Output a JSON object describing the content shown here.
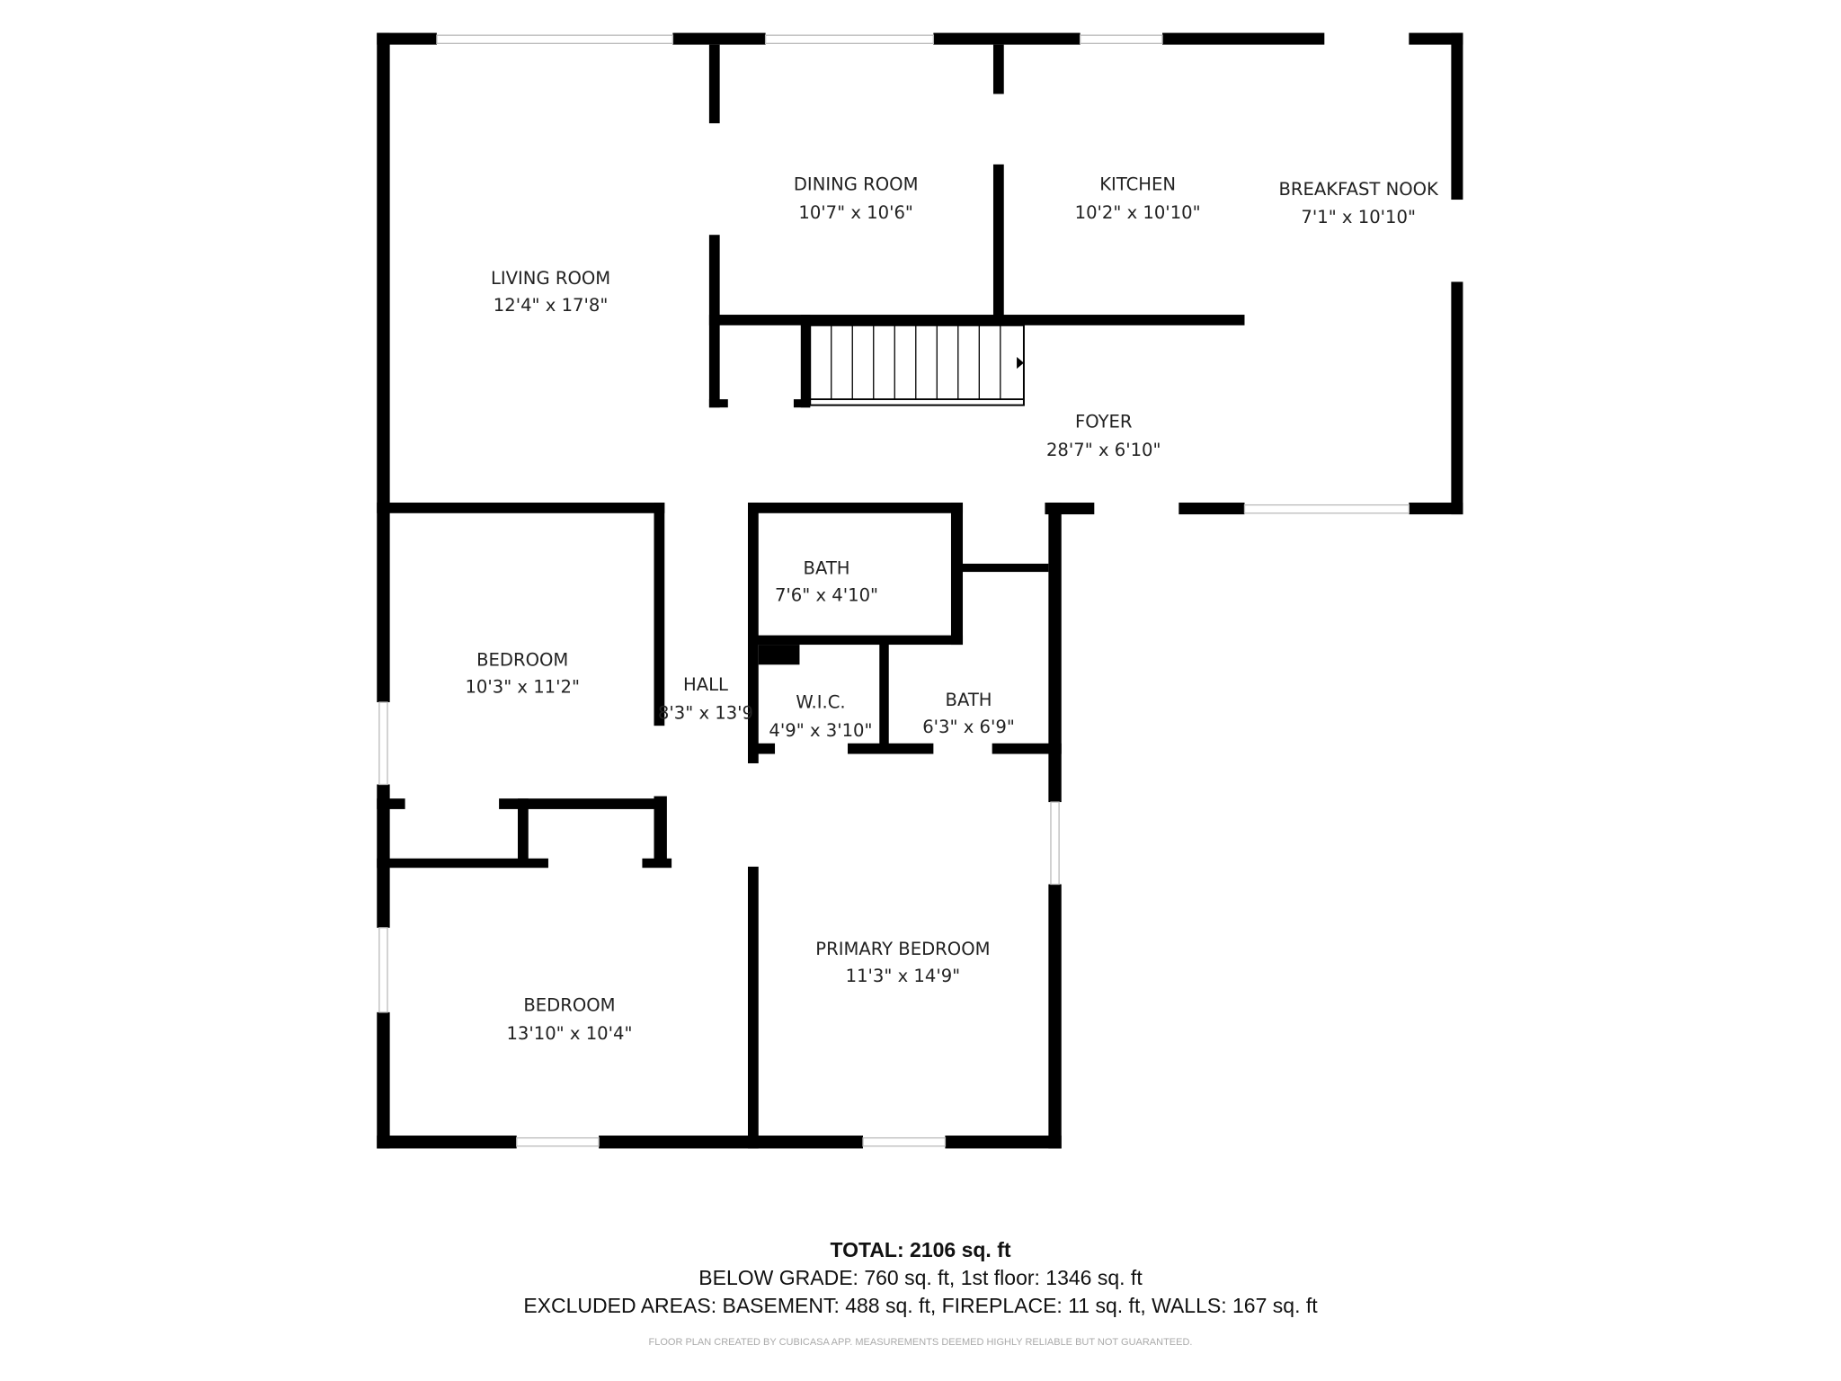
{
  "rooms": [
    {
      "name": "LIVING ROOM",
      "dims": "12'4\" x 17'8\""
    },
    {
      "name": "DINING ROOM",
      "dims": "10'7\" x 10'6\""
    },
    {
      "name": "KITCHEN",
      "dims": "10'2\" x 10'10\""
    },
    {
      "name": "BREAKFAST NOOK",
      "dims": "7'1\" x 10'10\""
    },
    {
      "name": "FOYER",
      "dims": "28'7\" x 6'10\""
    },
    {
      "name": "BATH",
      "dims": "7'6\" x 4'10\""
    },
    {
      "name": "BEDROOM",
      "dims": "10'3\" x 11'2\""
    },
    {
      "name": "HALL",
      "dims": "8'3\" x 13'9"
    },
    {
      "name": "W.I.C.",
      "dims": "4'9\" x 3'10\""
    },
    {
      "name": "BATH",
      "dims": "6'3\" x 6'9\""
    },
    {
      "name": "PRIMARY BEDROOM",
      "dims": "11'3\" x 14'9\""
    },
    {
      "name": "BEDROOM",
      "dims": "13'10\" x 10'4\""
    }
  ],
  "summary": {
    "total": "TOTAL: 2106 sq. ft",
    "breakdown": "BELOW GRADE: 760 sq. ft, 1st floor: 1346 sq. ft",
    "excluded": "EXCLUDED AREAS: BASEMENT: 488 sq. ft, FIREPLACE: 11 sq. ft, WALLS: 167 sq. ft",
    "disclaimer": "FLOOR PLAN CREATED BY CUBICASA APP. MEASUREMENTS DEEMED HIGHLY RELIABLE BUT NOT GUARANTEED."
  },
  "colors": {
    "wall": "#000000",
    "background": "#ffffff"
  }
}
